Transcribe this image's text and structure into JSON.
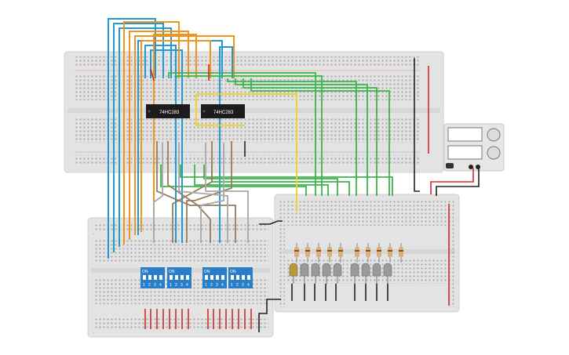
{
  "chips": [
    {
      "id": "u1",
      "label": "74HC283"
    },
    {
      "id": "u2",
      "label": "74HC283"
    }
  ],
  "dip_switches": [
    {
      "id": "sw1",
      "on_label": "ON",
      "numbers": [
        "1",
        "2",
        "3",
        "4"
      ]
    },
    {
      "id": "sw2",
      "on_label": "ON",
      "numbers": [
        "1",
        "2",
        "3",
        "4"
      ]
    },
    {
      "id": "sw3",
      "on_label": "ON",
      "numbers": [
        "1",
        "2",
        "3",
        "4"
      ]
    },
    {
      "id": "sw4",
      "on_label": "ON",
      "numbers": [
        "1",
        "2",
        "3",
        "4"
      ]
    }
  ],
  "leds": {
    "count": 9,
    "colors": [
      "#b89a3a",
      "#9a9a9a",
      "#9a9a9a",
      "#9a9a9a",
      "#9a9a9a",
      "#9a9a9a",
      "#9a9a9a",
      "#9a9a9a",
      "#9a9a9a"
    ]
  },
  "resistors": {
    "count": 10
  },
  "power_supply": {
    "display_count": 2,
    "knob_count": 2
  },
  "wire_colors": {
    "blue": "#1f9ad6",
    "orange": "#f0941e",
    "green": "#3cb54a",
    "yellow": "#f3d11a",
    "brown": "#9a7b5a",
    "gray": "#a8a8a8",
    "red": "#d42a2a",
    "black": "#222222"
  }
}
